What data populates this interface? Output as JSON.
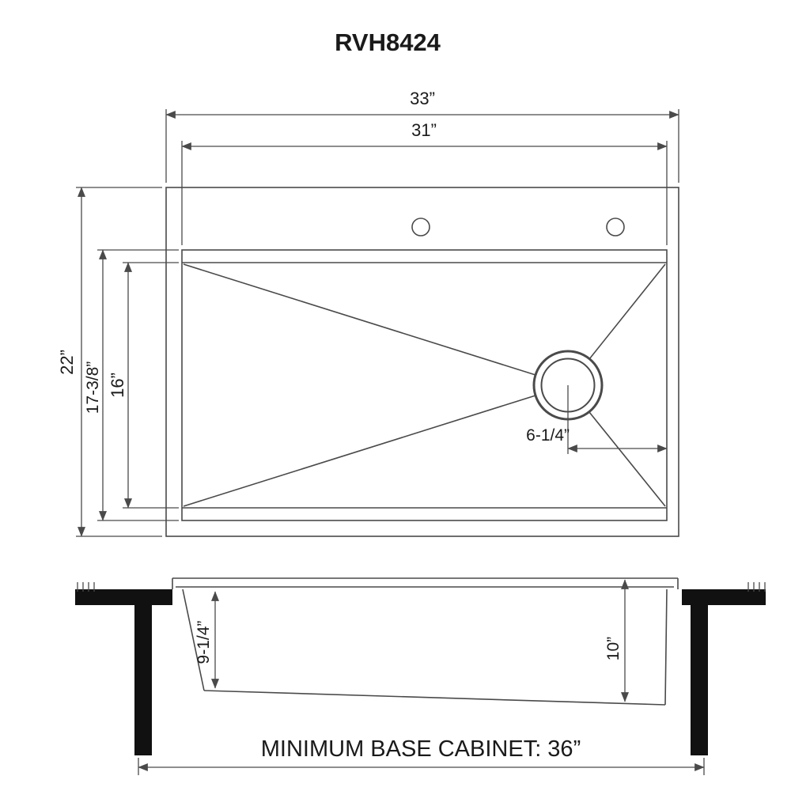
{
  "title": "RVH8424",
  "colors": {
    "line": "#4a4a4a",
    "solid": "#111111",
    "text": "#1a1a1a"
  },
  "top_view": {
    "overall_width_label": "33”",
    "bowl_width_label": "31”",
    "overall_depth_label": "22”",
    "bowl_depth_label": "17-3/8”",
    "inner_depth_label": "16”",
    "drain_offset_label": "6-1/4”"
  },
  "side_view": {
    "left_bowl_depth_label": "9-1/4”",
    "right_bowl_depth_label": "10”",
    "cabinet_label": "MINIMUM BASE CABINET: 36”"
  }
}
